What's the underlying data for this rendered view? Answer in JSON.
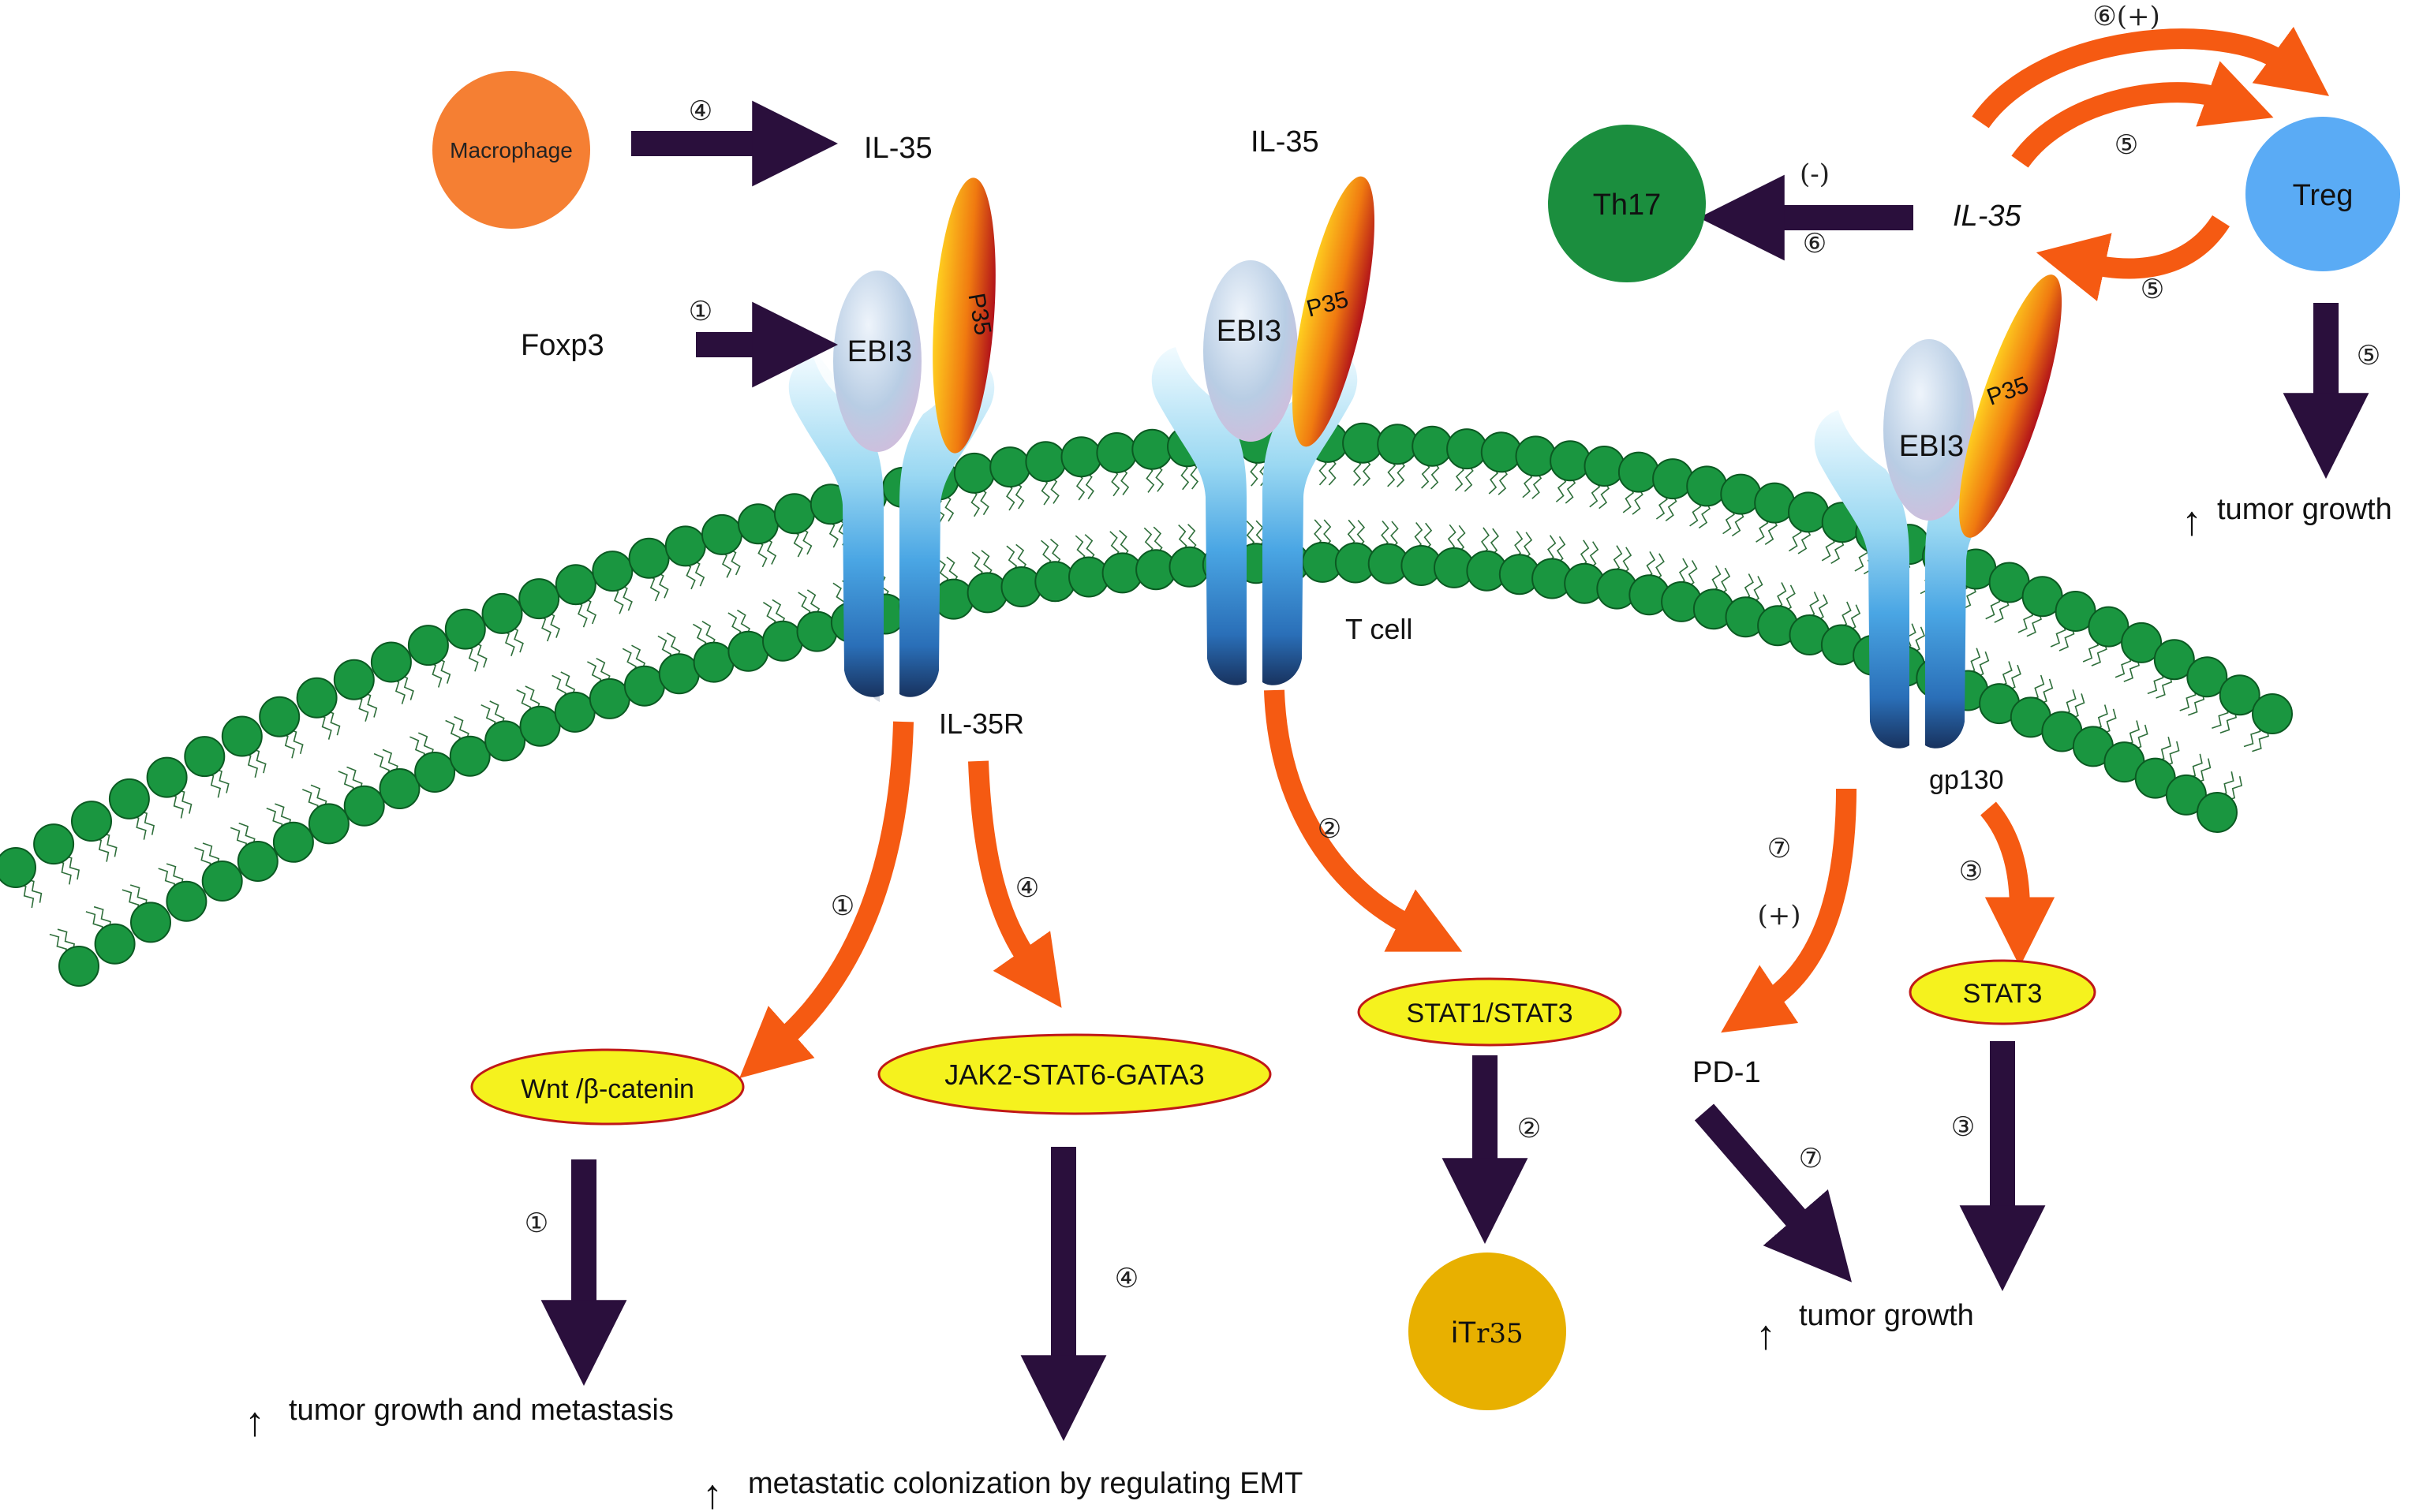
{
  "cells": {
    "macrophage": "Macrophage",
    "th17": "Th17",
    "treg": "Treg",
    "itr35_prefix": "iT",
    "itr35_suffix": "r35",
    "t_cell": "T cell"
  },
  "cytokine": {
    "il35": "IL-35",
    "il35_italic": "IL-35",
    "ebi3": "EBI3",
    "p35": "P35",
    "foxp3": "Foxp3"
  },
  "receptors": {
    "il35r": "IL-35R",
    "gp130": "gp130"
  },
  "pathways": {
    "wnt": "Wnt /β-catenin",
    "jak2": "JAK2-STAT6-GATA3",
    "stat1_stat3": "STAT1/STAT3",
    "stat3": "STAT3",
    "pd1": "PD-1"
  },
  "outcomes": {
    "growth_metastasis": "tumor growth and metastasis",
    "emt": "metastatic colonization by regulating EMT",
    "tumor_growth_pd1": "tumor growth",
    "tumor_growth_treg": "tumor growth",
    "up_arrow": "↑"
  },
  "marks": {
    "c1": "①",
    "c2": "②",
    "c3": "③",
    "c4": "④",
    "c5": "⑤",
    "c6": "⑥",
    "c7": "⑦",
    "c6plus": "⑥(+)",
    "minus": "(-)",
    "plus": "(+)"
  },
  "colors": {
    "membrane_head": "#1a9640",
    "dark_arrow": "#2a0f3c",
    "orange_arrow": "#f55a12",
    "pathway_fill": "#f5f21e",
    "pathway_border": "#c01818",
    "macrophage": "#f57f33",
    "th17": "#1b8e3e",
    "treg": "#5aabf5",
    "itr35": "#e8b000"
  }
}
